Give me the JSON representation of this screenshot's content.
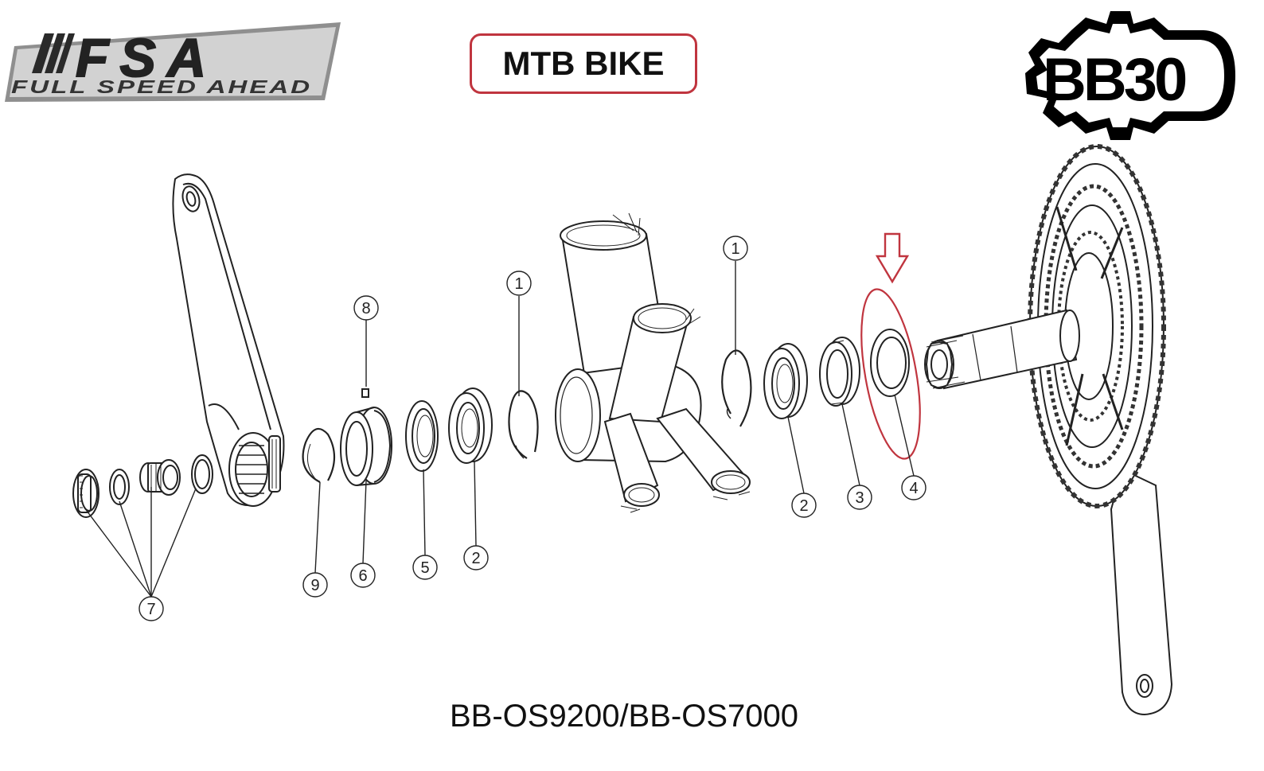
{
  "brand": {
    "logo_text": "FSA",
    "tagline": "FULL SPEED AHEAD",
    "standard_logo_text": "BB30"
  },
  "header": {
    "title": "MTB BIKE"
  },
  "footer": {
    "model": "BB-OS9200/BB-OS7000"
  },
  "callouts": [
    "1",
    "1",
    "2",
    "2",
    "3",
    "4",
    "5",
    "6",
    "7",
    "8",
    "9"
  ],
  "highlight": {
    "part": "4",
    "color": "#c0353f"
  }
}
